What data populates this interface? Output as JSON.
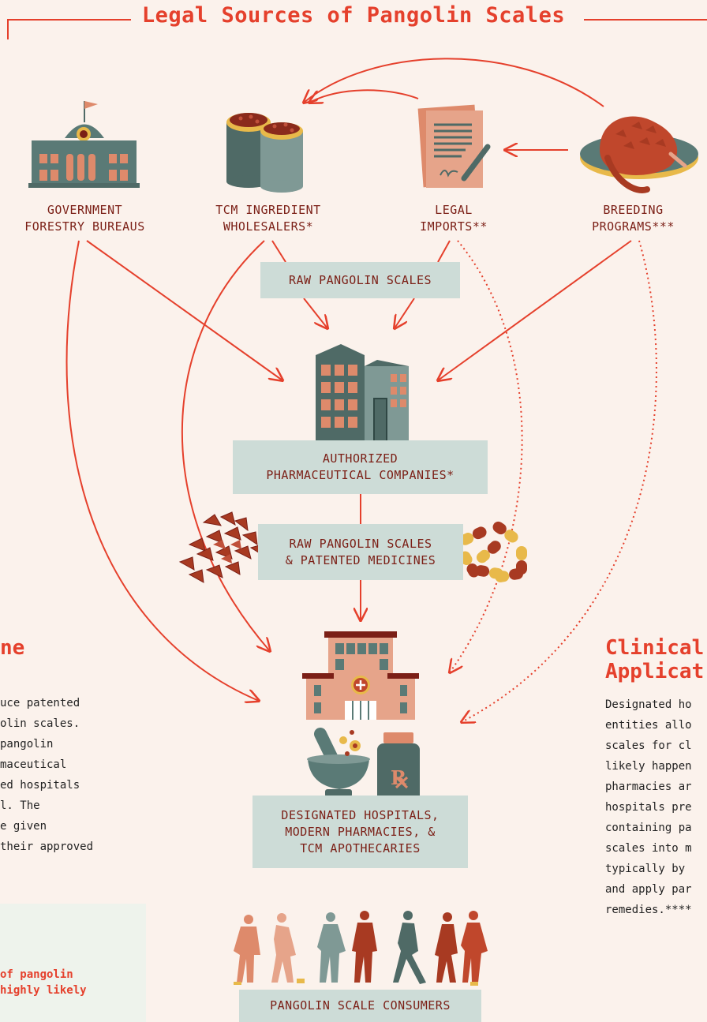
{
  "title": "Legal Sources of Pangolin Scales",
  "sources": {
    "government": "GOVERNMENT\nFORESTRY BUREAUS",
    "tcm": "TCM INGREDIENT\nWHOLESALERS*",
    "imports": "LEGAL\nIMPORTS**",
    "breeding": "BREEDING\nPROGRAMS***"
  },
  "boxes": {
    "raw_scales": "RAW PANGOLIN SCALES",
    "pharma": "AUTHORIZED\nPHARMACEUTICAL COMPANIES*",
    "raw_and_patented": "RAW PANGOLIN SCALES\n& PATENTED MEDICINES",
    "hospitals": "DESIGNATED HOSPITALS,\nMODERN PHARMACIES, &\nTCM APOTHECARIES",
    "consumers": "PANGOLIN SCALE CONSUMERS"
  },
  "left_panel": {
    "heading": "ne",
    "text": "uce patented\nolin scales.\npangolin\nmaceutical\ned hospitals\nl. The\ne given\ntheir approved"
  },
  "right_panel": {
    "heading": "Clinical\nApplicat",
    "text": "Designated ho\nentities allo\nscales for cl\nlikely happen\npharmacies ar\nhospitals pre\ncontaining pa\nscales into m\ntypically by\nand apply par\nremedies.****"
  },
  "note": "of pangolin\n highly likely",
  "icons": {
    "government": "government-building-icon",
    "tcm": "scale-barrels-icon",
    "imports": "legal-document-icon",
    "breeding": "pangolin-icon",
    "pharma": "office-building-icon",
    "scales": "pangolin-scales-icon",
    "pills": "capsules-icon",
    "hospital": "hospital-icon",
    "mortar": "mortar-pestle-icon",
    "rx": "rx-bottle-icon",
    "people": "people-silhouettes-icon"
  },
  "colors": {
    "accent": "#e5402c",
    "dark_red": "#7b1f16",
    "teal": "#5a7a76",
    "box": "#cddcd7",
    "salmon": "#de8a6b",
    "mustard": "#e8b94a"
  }
}
